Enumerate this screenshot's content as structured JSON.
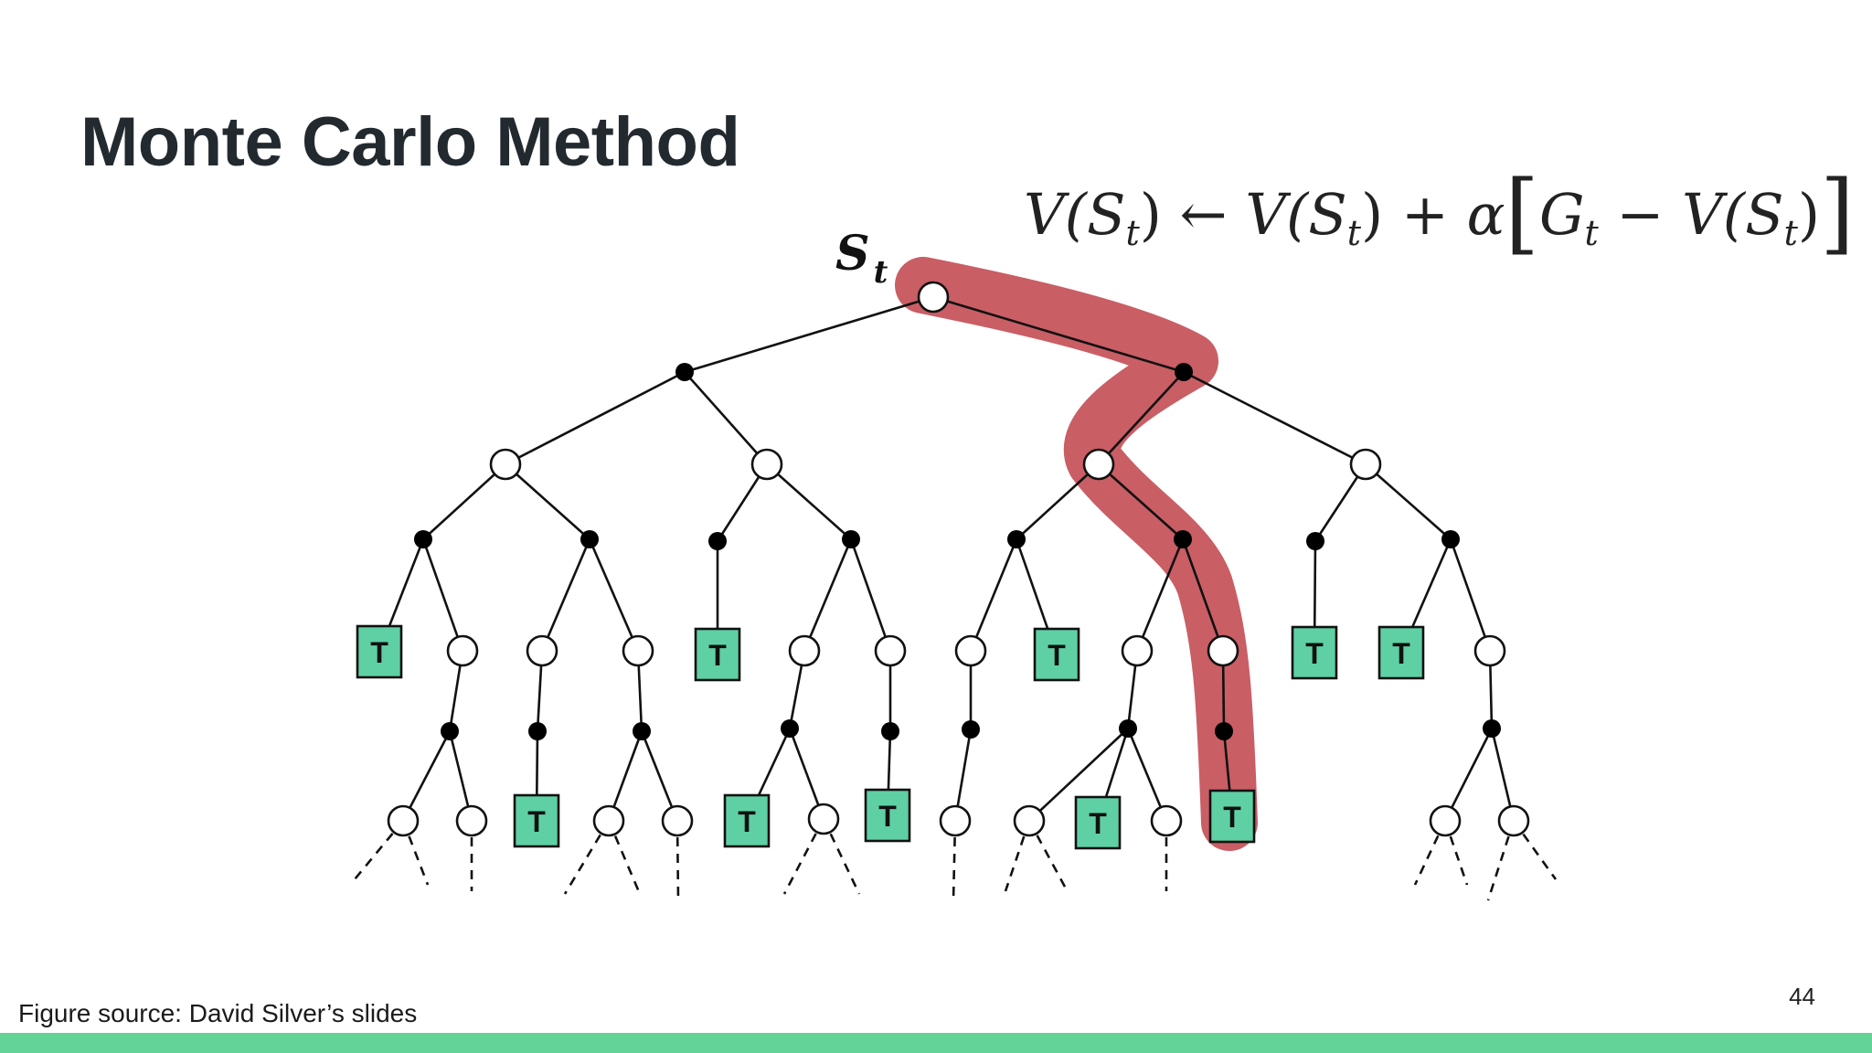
{
  "title": "Monte Carlo Method",
  "formula": {
    "lhs": "V(S",
    "sub": "t",
    "close": ")",
    "arrow": "←",
    "rhs_v": "V(S",
    "plus": "+",
    "alpha": "α",
    "bracket_open": "[",
    "g": "G",
    "minus": "−",
    "bracket_close": "]"
  },
  "tree": {
    "root_label": "S",
    "root_sub": "t",
    "terminal_label": "T",
    "highlight_color": "#c45058",
    "terminal_color": "#5fd0a4"
  },
  "caption": "Figure source: David Silver’s slides",
  "page_number": "44",
  "colors": {
    "accent_bar": "#63d397",
    "title": "#232a2f"
  }
}
